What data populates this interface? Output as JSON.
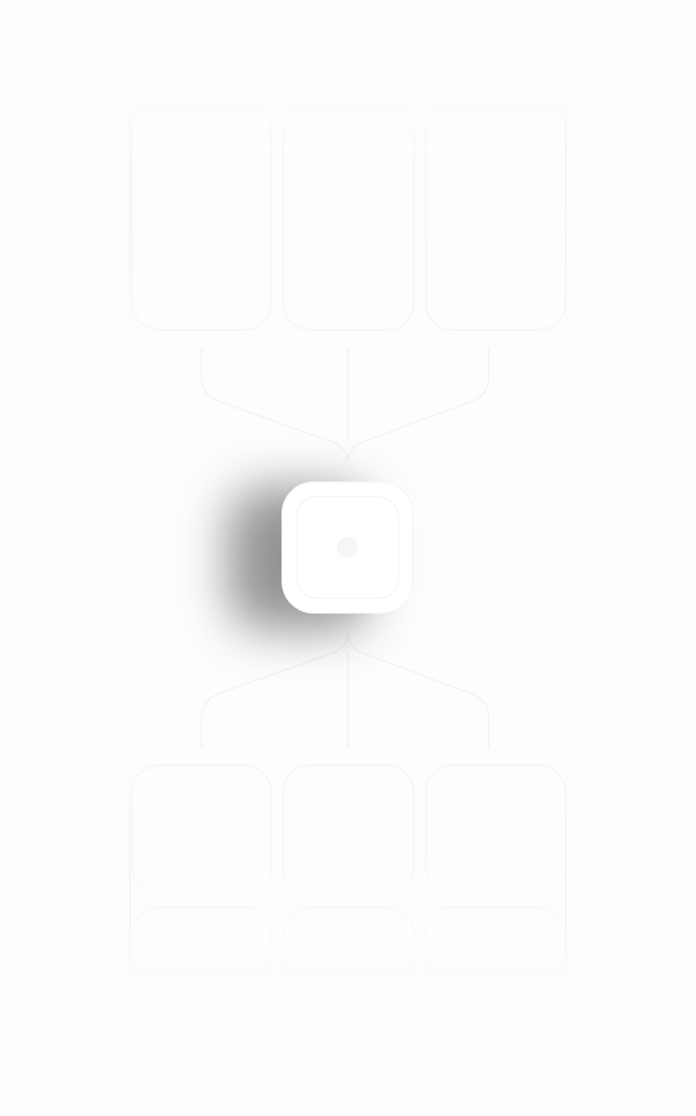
{
  "diagram": {
    "type": "hub-and-spoke",
    "top_nodes": [
      {
        "id": "top-left"
      },
      {
        "id": "top-center"
      },
      {
        "id": "top-right"
      }
    ],
    "center_node": {
      "id": "hub",
      "icon": "dot-icon"
    },
    "bottom_nodes": [
      {
        "id": "bottom-left"
      },
      {
        "id": "bottom-center"
      },
      {
        "id": "bottom-right"
      }
    ],
    "ghost_nodes": [
      {
        "id": "ghost-left"
      },
      {
        "id": "ghost-center"
      },
      {
        "id": "ghost-right"
      }
    ],
    "colors": {
      "background": "#fdfdfd",
      "tile_border": "#f6f6f6",
      "hub_fill": "#ffffff",
      "hub_shadow": "#6b6b6b",
      "connector": "#f4f4f4"
    }
  }
}
